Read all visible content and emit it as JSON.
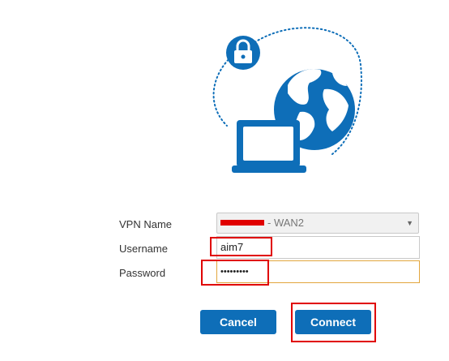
{
  "colors": {
    "brand_blue": "#0e6eb8",
    "highlight_red": "#e00000",
    "focus_border": "#e2a63d"
  },
  "illustration": {
    "icons": [
      "padlock-icon",
      "globe-icon",
      "laptop-icon"
    ]
  },
  "form": {
    "vpn_name_label": "VPN Name",
    "vpn_name_value": "- WAN2",
    "username_label": "Username",
    "username_value": "aim7",
    "password_label": "Password",
    "password_value": "•••••••••"
  },
  "buttons": {
    "cancel_label": "Cancel",
    "connect_label": "Connect"
  }
}
